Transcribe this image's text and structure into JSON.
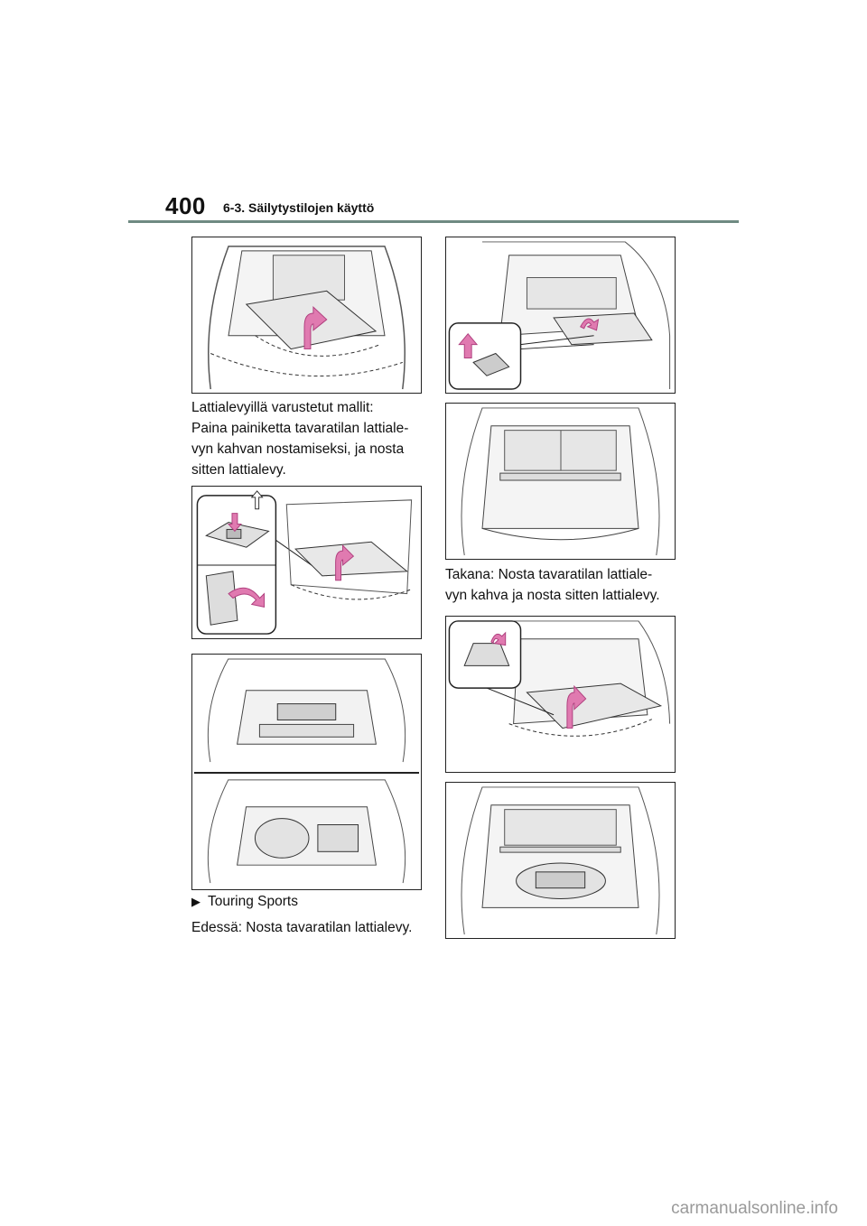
{
  "header": {
    "page_number": "400",
    "section_title": "6-3. Säilytystilojen käyttö"
  },
  "text": {
    "block1": "Lattialevyillä varustetut mallit:\nPaina painiketta tavaratilan lattiale-\nvyn kahvan nostamiseksi, ja nosta\nsitten lattialevy.",
    "bullet": "Touring Sports",
    "block2": "Edessä: Nosta tavaratilan lattialevy.",
    "block3": "Takana: Nosta tavaratilan lattiale-\nvyn kahva ja nosta sitten lattialevy."
  },
  "footer": {
    "watermark": "carmanualsonline.info"
  },
  "colors": {
    "accent_rule": "#6f8a82",
    "arrow_pink": "#e07ab0",
    "panel_fill": "#e8e8e8"
  },
  "icons": {
    "bullet": "triangle-right-icon",
    "arrow": "curved-up-arrow-icon"
  }
}
